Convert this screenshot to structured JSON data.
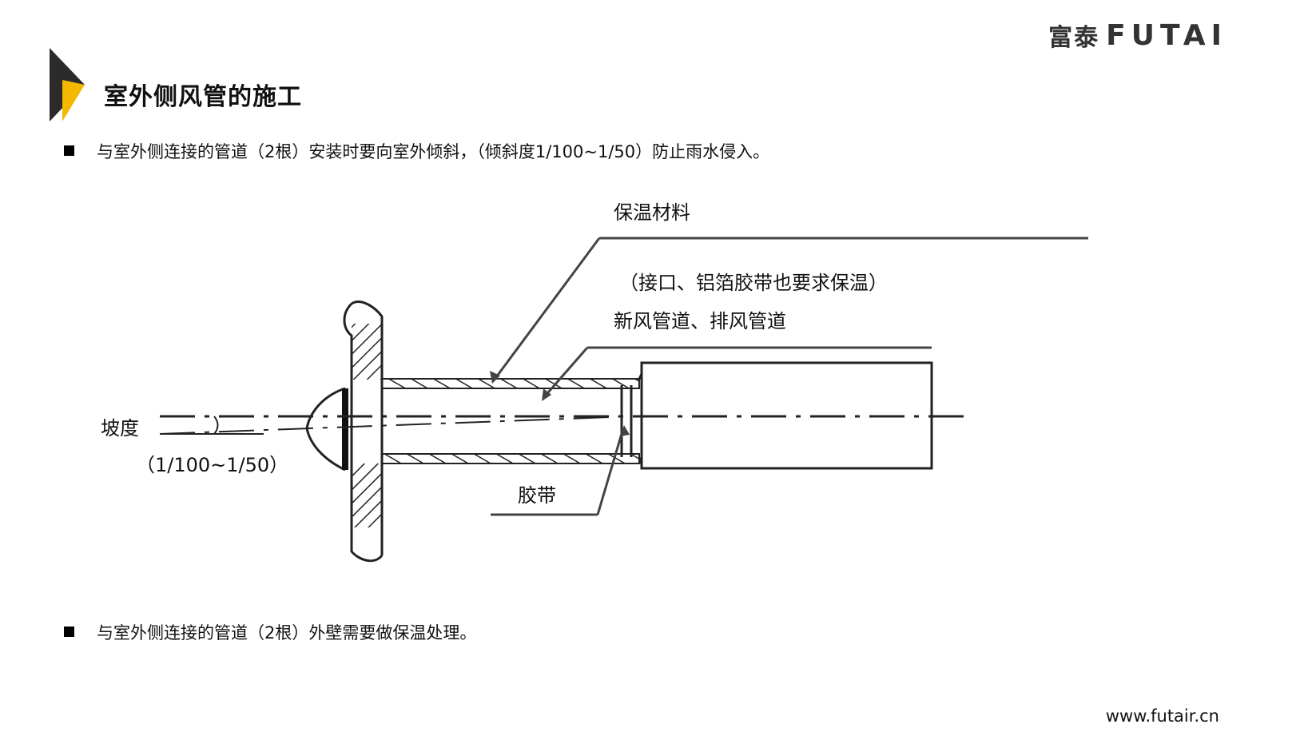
{
  "slide": {
    "title": "室外侧风管的施工",
    "bullets": [
      "与室外侧连接的管道（2根）安装时要向室外倾斜，（倾斜度1/100~1/50）防止雨水侵入。",
      "与室外侧连接的管道（2根）外壁需要做保温处理。"
    ]
  },
  "brand": {
    "chinese": "富泰",
    "english": "FUTAI"
  },
  "footer": {
    "website": "www.futair.cn"
  },
  "diagram": {
    "labels": {
      "insulation": "保温材料",
      "joint_note": "（接口、铝箔胶带也要求保温）",
      "ducts": "新风管道、排风管道",
      "slope": "坡度",
      "slope_value": "（1/100~1/50）",
      "tape": "胶带"
    }
  },
  "colors": {
    "accent_yellow": "#f5b800",
    "accent_dark": "#2b2b2b",
    "line": "#222222"
  },
  "icons": [
    "title-arrow-icon",
    "bullet-square-icon"
  ]
}
